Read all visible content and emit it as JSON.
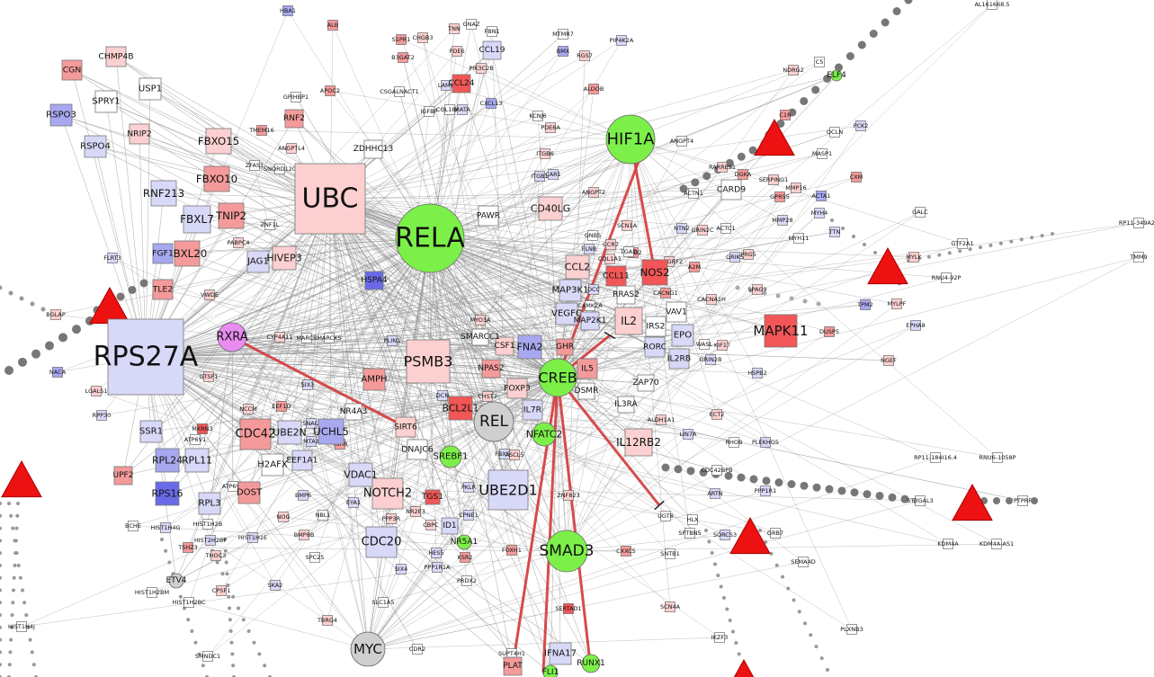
{
  "network": {
    "colors": {
      "green": "#7cf049",
      "gray": "#cfcfcf",
      "violet": "#e88cf0",
      "red_strong": "#f25656",
      "red_mid": "#f59a9a",
      "red_light": "#fcd0d0",
      "blue_light": "#d8d8f8",
      "blue_mid": "#a8a8f0",
      "blue_strong": "#6a6ae8",
      "white": "#ffffff",
      "triangle": "#ee1111",
      "edge": "#8a8a8a",
      "edge_red": "#d33a3a",
      "dot": "#888888"
    },
    "hubs": [
      {
        "id": "RELA",
        "label": "RELA",
        "shape": "circle",
        "color": "green"
      },
      {
        "id": "UBC",
        "label": "UBC",
        "shape": "square",
        "color": "red_light"
      },
      {
        "id": "RPS27A",
        "label": "RPS27A",
        "shape": "square",
        "color": "blue_light"
      },
      {
        "id": "HIF1A",
        "label": "HIF1A",
        "shape": "circle",
        "color": "green"
      },
      {
        "id": "CREB1",
        "label": "CREB",
        "shape": "circle",
        "color": "green"
      },
      {
        "id": "SMAD3",
        "label": "SMAD3",
        "shape": "circle",
        "color": "green"
      },
      {
        "id": "REL",
        "label": "REL",
        "shape": "circle",
        "color": "gray"
      },
      {
        "id": "MYC",
        "label": "MYC",
        "shape": "circle",
        "color": "gray"
      },
      {
        "id": "RXRA",
        "label": "RXRA",
        "shape": "circle",
        "color": "violet"
      },
      {
        "id": "NFATC2",
        "label": "NFATC2",
        "shape": "circle",
        "color": "green"
      },
      {
        "id": "SREBF1",
        "label": "SREBF1",
        "shape": "circle",
        "color": "green"
      },
      {
        "id": "PSMB3",
        "label": "PSMB3",
        "shape": "square",
        "color": "red_light"
      },
      {
        "id": "UBE2D1",
        "label": "UBE2D1",
        "shape": "square",
        "color": "blue_light"
      },
      {
        "id": "MAPK11",
        "label": "MAPK11",
        "shape": "square",
        "color": "red_strong"
      },
      {
        "id": "CDC20",
        "label": "CDC20",
        "shape": "square",
        "color": "blue_light"
      },
      {
        "id": "NOTCH2",
        "label": "NOTCH2",
        "shape": "square",
        "color": "red_light"
      },
      {
        "id": "CDC42",
        "label": "CDC42",
        "shape": "square",
        "color": "red_mid"
      },
      {
        "id": "IL12RB2",
        "label": "IL12RB2",
        "shape": "square",
        "color": "red_light"
      },
      {
        "id": "IL2",
        "label": "IL2",
        "shape": "square",
        "color": "red_light"
      },
      {
        "id": "NOS2",
        "label": "NOS2",
        "shape": "square",
        "color": "red_strong"
      },
      {
        "id": "CD40LG",
        "label": "CD40LG",
        "shape": "square",
        "color": "red_light"
      },
      {
        "id": "FBXO15",
        "label": "FBXO15",
        "shape": "square",
        "color": "red_light"
      },
      {
        "id": "FBXO10",
        "label": "FBXO10",
        "shape": "square",
        "color": "red_mid"
      },
      {
        "id": "TNIP2",
        "label": "TNIP2",
        "shape": "square",
        "color": "red_mid"
      },
      {
        "id": "FBXL7",
        "label": "FBXL7",
        "shape": "square",
        "color": "blue_light"
      },
      {
        "id": "FBXL20",
        "label": "FBXL20",
        "shape": "square",
        "color": "red_mid"
      },
      {
        "id": "RNF213",
        "label": "RNF213",
        "shape": "square",
        "color": "blue_light"
      },
      {
        "id": "JAG1",
        "label": "JAG1",
        "shape": "square",
        "color": "blue_light"
      },
      {
        "id": "HIVEP3",
        "label": "HIVEP3",
        "shape": "square",
        "color": "red_light"
      },
      {
        "id": "CCL2",
        "label": "CCL2",
        "shape": "square",
        "color": "red_light"
      },
      {
        "id": "MAP3K1",
        "label": "MAP3K1",
        "shape": "square",
        "color": "blue_light"
      },
      {
        "id": "VEGFC",
        "label": "VEGFC",
        "shape": "square",
        "color": "blue_light"
      },
      {
        "id": "EPO",
        "label": "EPO",
        "shape": "square",
        "color": "blue_light"
      },
      {
        "id": "IL5",
        "label": "IL5",
        "shape": "square",
        "color": "red_mid"
      },
      {
        "id": "BCL2L1",
        "label": "BCL2L1",
        "shape": "square",
        "color": "red_strong"
      },
      {
        "id": "H2AFX",
        "label": "H2AFX",
        "shape": "square",
        "color": "white"
      },
      {
        "id": "UCHL5",
        "label": "UCHL5",
        "shape": "square",
        "color": "blue_mid"
      },
      {
        "id": "UBE2N",
        "label": "UBE2N",
        "shape": "square",
        "color": "blue_light"
      },
      {
        "id": "AMPH",
        "label": "AMPH",
        "shape": "square",
        "color": "red_mid"
      },
      {
        "id": "FNA2",
        "label": "FNA2",
        "shape": "square",
        "color": "blue_mid"
      },
      {
        "id": "RPL24",
        "label": "RPL24",
        "shape": "square",
        "color": "blue_mid"
      },
      {
        "id": "RPL11",
        "label": "RPL11",
        "shape": "square",
        "color": "blue_light"
      },
      {
        "id": "RPS16",
        "label": "RPS16",
        "shape": "square",
        "color": "blue_strong"
      },
      {
        "id": "RPL3",
        "label": "RPL3",
        "shape": "square",
        "color": "blue_light"
      },
      {
        "id": "SSR1",
        "label": "SSR1",
        "shape": "square",
        "color": "blue_light"
      },
      {
        "id": "UPF2",
        "label": "UPF2",
        "shape": "square",
        "color": "red_mid"
      },
      {
        "id": "TLE2",
        "label": "TLE2",
        "shape": "square",
        "color": "red_mid"
      },
      {
        "id": "FGF1",
        "label": "FGF1",
        "shape": "square",
        "color": "blue_mid"
      },
      {
        "id": "CGN",
        "label": "CGN",
        "shape": "square",
        "color": "red_mid"
      },
      {
        "id": "CHMP4B",
        "label": "CHMP4B",
        "shape": "square",
        "color": "red_light"
      },
      {
        "id": "USP1",
        "label": "USP1",
        "shape": "square",
        "color": "white"
      },
      {
        "id": "SPRY1",
        "label": "SPRY1",
        "shape": "square",
        "color": "white"
      },
      {
        "id": "RSPO3",
        "label": "RSPO3",
        "shape": "square",
        "color": "blue_mid"
      },
      {
        "id": "RSPO4",
        "label": "RSPO4",
        "shape": "square",
        "color": "blue_light"
      },
      {
        "id": "NRIP2",
        "label": "NRIP2",
        "shape": "square",
        "color": "red_light"
      },
      {
        "id": "RNF2",
        "label": "RNF2",
        "shape": "square",
        "color": "red_mid"
      },
      {
        "id": "ZDHHC13",
        "label": "ZDHHC13",
        "shape": "square",
        "color": "white"
      },
      {
        "id": "PAWR",
        "label": "PAWR",
        "shape": "square",
        "color": "white"
      },
      {
        "id": "CARD9",
        "label": "CARD9",
        "shape": "square",
        "color": "white"
      },
      {
        "id": "IL2RB",
        "label": "IL2RB",
        "shape": "square",
        "color": "blue_light"
      },
      {
        "id": "IL7R",
        "label": "IL7R",
        "shape": "square",
        "color": "blue_light"
      },
      {
        "id": "VDAC1",
        "label": "VDAC1",
        "shape": "square",
        "color": "blue_light"
      },
      {
        "id": "EEF1A1",
        "label": "EEF1A1",
        "shape": "square",
        "color": "blue_light"
      },
      {
        "id": "DNAJC6",
        "label": "DNAJC6",
        "shape": "square",
        "color": "white"
      },
      {
        "id": "SIRT6",
        "label": "SIRT6",
        "shape": "square",
        "color": "red_light"
      },
      {
        "id": "FOXP3",
        "label": "FOXP3",
        "shape": "square",
        "color": "red_light"
      },
      {
        "id": "CSF1",
        "label": "CSF1",
        "shape": "square",
        "color": "red_light"
      },
      {
        "id": "NPAS2",
        "label": "NPAS2",
        "shape": "square",
        "color": "red_mid"
      },
      {
        "id": "SMARCC1",
        "label": "SMARCC1",
        "shape": "square",
        "color": "white"
      },
      {
        "id": "GHR",
        "label": "GHR",
        "shape": "square",
        "color": "red_mid"
      },
      {
        "id": "DSMR",
        "label": "DSMR",
        "shape": "square",
        "color": "white"
      },
      {
        "id": "VAV1",
        "label": "VAV1",
        "shape": "square",
        "color": "white"
      },
      {
        "id": "IRS2",
        "label": "IRS2",
        "shape": "square",
        "color": "white"
      },
      {
        "id": "RORC",
        "label": "RORC",
        "shape": "square",
        "color": "blue_light"
      },
      {
        "id": "RRAS2",
        "label": "RRAS2",
        "shape": "square",
        "color": "white"
      },
      {
        "id": "MAP2K1",
        "label": "MAP2K1",
        "shape": "square",
        "color": "blue_light"
      },
      {
        "id": "CCL11",
        "label": "CCL11",
        "shape": "square",
        "color": "red_strong"
      },
      {
        "id": "ID1",
        "label": "ID1",
        "shape": "square",
        "color": "blue_light"
      },
      {
        "id": "CCL19",
        "label": "CCL19",
        "shape": "square",
        "color": "blue_light"
      },
      {
        "id": "CCL24",
        "label": "CCL24",
        "shape": "square",
        "color": "red_strong"
      },
      {
        "id": "IFNA17",
        "label": "IFNA17",
        "shape": "square",
        "color": "blue_light"
      },
      {
        "id": "PLAT",
        "label": "PLAT",
        "shape": "square",
        "color": "red_mid"
      },
      {
        "id": "RUNX1",
        "label": "RUNX1",
        "shape": "circle",
        "color": "green"
      },
      {
        "id": "DOST",
        "label": "DOST",
        "shape": "square",
        "color": "red_mid"
      },
      {
        "id": "HSPA4",
        "label": "HSPA4",
        "shape": "square",
        "color": "blue_strong"
      },
      {
        "id": "ZAP70",
        "label": "ZAP70",
        "shape": "square",
        "color": "white"
      },
      {
        "id": "IL3RA",
        "label": "IL3RA",
        "shape": "square",
        "color": "white"
      },
      {
        "id": "NR4A3",
        "label": "NR4A3",
        "shape": "square",
        "color": "white"
      },
      {
        "id": "TGS1",
        "label": "TGS1",
        "shape": "square",
        "color": "red_strong"
      },
      {
        "id": "ETV4",
        "label": "ETV4",
        "shape": "circle",
        "color": "gray"
      },
      {
        "id": "NR5A1",
        "label": "NR5A1",
        "shape": "circle",
        "color": "green"
      },
      {
        "id": "FLI1",
        "label": "FLI1",
        "shape": "circle",
        "color": "green"
      },
      {
        "id": "ELF4",
        "label": "ELF4",
        "shape": "circle",
        "color": "green"
      }
    ],
    "small_nodes": [
      {
        "label": "HBA1"
      },
      {
        "label": "ALB"
      },
      {
        "label": "TNN"
      },
      {
        "label": "GNAZ"
      },
      {
        "label": "S1PR1"
      },
      {
        "label": "CHGB3"
      },
      {
        "label": "B3GAT2"
      },
      {
        "label": "PDE6"
      },
      {
        "label": "PIK3C2B"
      },
      {
        "label": "FBN1"
      },
      {
        "label": "MTMR7"
      },
      {
        "label": "BMX"
      },
      {
        "label": "RGS7"
      },
      {
        "label": "PIP4K2A"
      },
      {
        "label": "ALDOB"
      },
      {
        "label": "APOC2"
      },
      {
        "label": "GPIHBP1"
      },
      {
        "label": "CSGALNACT1"
      },
      {
        "label": "IGFBP"
      },
      {
        "label": "LAMC"
      },
      {
        "label": "COL18A1"
      },
      {
        "label": "MATA"
      },
      {
        "label": "CXCL13"
      },
      {
        "label": "KCNJ6"
      },
      {
        "label": "PDE6A"
      },
      {
        "label": "ANGPT4"
      },
      {
        "label": "TMEM16"
      },
      {
        "label": "ANGPTL4"
      },
      {
        "label": "SNORD120"
      },
      {
        "label": "ZFAS1"
      },
      {
        "label": "ITGB6"
      },
      {
        "label": "ITGB1"
      },
      {
        "label": "CAR1"
      },
      {
        "label": "ANGPT2"
      },
      {
        "label": "GNB5"
      },
      {
        "label": "FLNB"
      },
      {
        "label": "CCR7"
      },
      {
        "label": "NOD2"
      },
      {
        "label": "TGAD"
      },
      {
        "label": "COL1A1"
      },
      {
        "label": "DCC"
      },
      {
        "label": "CAMK2A"
      },
      {
        "label": "NTN2"
      },
      {
        "label": "GRIN2C"
      },
      {
        "label": "RASGRF2"
      },
      {
        "label": "CACNG1"
      },
      {
        "label": "CACNA1H"
      },
      {
        "label": "A2M"
      },
      {
        "label": "SCN1A"
      },
      {
        "label": "PRG5"
      },
      {
        "label": "SPAG9"
      },
      {
        "label": "DUSP5"
      },
      {
        "label": "HSPB2"
      },
      {
        "label": "EPHA8"
      },
      {
        "label": "NGEF"
      },
      {
        "label": "MYLK"
      },
      {
        "label": "MYLPF"
      },
      {
        "label": "TPM2"
      },
      {
        "label": "RNU4-92P"
      },
      {
        "label": "GTF2A1"
      },
      {
        "label": "TMM9"
      },
      {
        "label": "GALC"
      },
      {
        "label": "NDRG2"
      },
      {
        "label": "C5"
      },
      {
        "label": "C1R"
      },
      {
        "label": "OCLN"
      },
      {
        "label": "MASP1"
      },
      {
        "label": "PCK2"
      },
      {
        "label": "CXM"
      },
      {
        "label": "DGKA"
      },
      {
        "label": "SERPING1"
      },
      {
        "label": "GPR55"
      },
      {
        "label": "MMP16"
      },
      {
        "label": "ACTA1"
      },
      {
        "label": "MMP28"
      },
      {
        "label": "MYH4"
      },
      {
        "label": "TTN"
      },
      {
        "label": "MYH11"
      },
      {
        "label": "ACTC1"
      },
      {
        "label": "GRIK5"
      },
      {
        "label": "RARRES1"
      },
      {
        "label": "ACTN1"
      },
      {
        "label": "HIST1H4J"
      },
      {
        "label": "HIST1H2BM"
      },
      {
        "label": "HIST1H2BC"
      },
      {
        "label": "HIST1H4G"
      },
      {
        "label": "HIST2H2BF"
      },
      {
        "label": "HIST1H2B"
      },
      {
        "label": "HIST1H1E"
      },
      {
        "label": "TSHZ3"
      },
      {
        "label": "THOC3"
      },
      {
        "label": "CPSF1"
      },
      {
        "label": "SMNDC1"
      },
      {
        "label": "BCHE"
      },
      {
        "label": "ZNF823"
      },
      {
        "label": "SNTB1"
      },
      {
        "label": "SCN4A"
      },
      {
        "label": "SERTAD1"
      },
      {
        "label": "SUPT4H1"
      },
      {
        "label": "FOXH1"
      },
      {
        "label": "CXXC5"
      },
      {
        "label": "UGT8"
      },
      {
        "label": "HLX"
      },
      {
        "label": "SPTBN5"
      },
      {
        "label": "SORCS3"
      },
      {
        "label": "GRB7"
      },
      {
        "label": "SEMA4D"
      },
      {
        "label": "PLXNB3"
      },
      {
        "label": "IKZF3"
      },
      {
        "label": "CDC42BPB"
      },
      {
        "label": "ARTN"
      },
      {
        "label": "PPP1R1"
      },
      {
        "label": "RHOB"
      },
      {
        "label": "PLEKHG5"
      },
      {
        "label": "ECT2"
      },
      {
        "label": "LIN7A"
      },
      {
        "label": "ALDH1A1"
      },
      {
        "label": "GRIN2B"
      },
      {
        "label": "WASL"
      },
      {
        "label": "KIF17"
      },
      {
        "label": "CDR2"
      },
      {
        "label": "TBRG4"
      },
      {
        "label": "SLC1A5"
      },
      {
        "label": "SKA2"
      },
      {
        "label": "SPC25"
      },
      {
        "label": "BMP8B"
      },
      {
        "label": "NOG"
      },
      {
        "label": "BMP6"
      },
      {
        "label": "SIX4"
      },
      {
        "label": "PPP1R1A"
      },
      {
        "label": "HES5"
      },
      {
        "label": "KSR2"
      },
      {
        "label": "PRDX2"
      },
      {
        "label": "CPNE1"
      },
      {
        "label": "NR2E3"
      },
      {
        "label": "PPP3R"
      },
      {
        "label": "CBPC"
      },
      {
        "label": "PKLR"
      },
      {
        "label": "FBXSD"
      },
      {
        "label": "ASCL5"
      },
      {
        "label": "MKRN3"
      },
      {
        "label": "ATP6V1"
      },
      {
        "label": "ATP6V0"
      },
      {
        "label": "NACA"
      },
      {
        "label": "LGALS1"
      },
      {
        "label": "RPP30"
      },
      {
        "label": "BGLAP"
      },
      {
        "label": "GTSF1"
      },
      {
        "label": "CYP4A11"
      },
      {
        "label": "MARCB"
      },
      {
        "label": "MARCKS"
      },
      {
        "label": "PLIN1"
      },
      {
        "label": "DCN"
      },
      {
        "label": "CHST7"
      },
      {
        "label": "MYO3A"
      },
      {
        "label": "NCCM"
      },
      {
        "label": "ZNF1L"
      },
      {
        "label": "PABPC4"
      },
      {
        "label": "VWDE"
      },
      {
        "label": "FLRT3"
      },
      {
        "label": "AL161668.5"
      },
      {
        "label": "RP11-184I16.4"
      },
      {
        "label": "RNU6-1058P"
      },
      {
        "label": "ST3GAL3"
      },
      {
        "label": "PTPRF"
      },
      {
        "label": "KDM4A"
      },
      {
        "label": "KDM4A-AS1"
      },
      {
        "label": "RP11-349A22"
      },
      {
        "label": "EYA1"
      },
      {
        "label": "NBL1"
      },
      {
        "label": "SIX3"
      },
      {
        "label": "EEF1D"
      },
      {
        "label": "SNAI2"
      },
      {
        "label": "MTA1"
      },
      {
        "label": "TSHR"
      }
    ]
  }
}
